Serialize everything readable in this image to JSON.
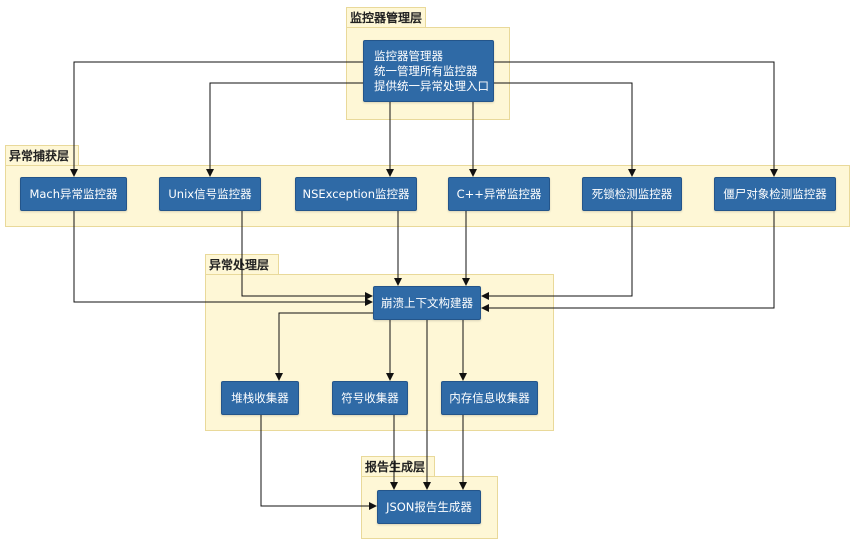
{
  "layers": {
    "manager": {
      "title": "监控器管理层"
    },
    "capture": {
      "title": "异常捕获层"
    },
    "processing": {
      "title": "异常处理层"
    },
    "report": {
      "title": "报告生成层"
    }
  },
  "nodes": {
    "manager": {
      "lines": [
        "监控器管理器",
        "统一管理所有监控器",
        "提供统一异常处理入口"
      ]
    },
    "mach": {
      "label": "Mach异常监控器"
    },
    "unix": {
      "label": "Unix信号监控器"
    },
    "nsexception": {
      "label": "NSException监控器"
    },
    "cpp": {
      "label": "C++异常监控器"
    },
    "deadlock": {
      "label": "死锁检测监控器"
    },
    "zombie": {
      "label": "僵尸对象检测监控器"
    },
    "context": {
      "label": "崩溃上下文构建器"
    },
    "stack": {
      "label": "堆栈收集器"
    },
    "symbol": {
      "label": "符号收集器"
    },
    "memory": {
      "label": "内存信息收集器"
    },
    "json": {
      "label": "JSON报告生成器"
    }
  },
  "colors": {
    "layer_fill": "#fef7d6",
    "layer_border": "#e9d99a",
    "node_fill": "#2f6aa6",
    "node_text": "#ffffff",
    "edge": "#111111"
  }
}
